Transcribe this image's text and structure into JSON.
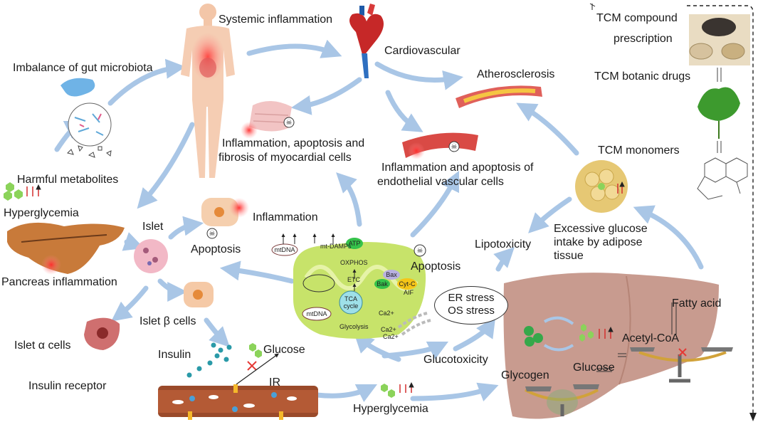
{
  "labels": {
    "systemic_inflammation": "Systemic inflammation",
    "cardiovascular": "Cardiovascular",
    "imbalance_gut": "Imbalance of gut microbiota",
    "atherosclerosis": "Atherosclerosis",
    "tcm_compound_1": "TCM compound",
    "tcm_compound_2": "prescription",
    "tcm_botanic": "TCM botanic drugs",
    "tcm_monomers": "TCM monomers",
    "myocardial_1": "Inflammation, apoptosis and",
    "myocardial_2": "fibrosis of myocardial cells",
    "endothelial_1": "Inflammation and apoptosis of",
    "endothelial_2": "endothelial vascular cells",
    "harmful_metabolites": "Harmful metabolites",
    "hyperglycemia_left": "Hyperglycemia",
    "islet": "Islet",
    "inflammation": "Inflammation",
    "apoptosis_islet": "Apoptosis",
    "pancreas_inflammation": "Pancreas inflammation",
    "islet_beta": "Islet β cells",
    "islet_alpha": "Islet α cells",
    "insulin": "Insulin",
    "glucose_top": "Glucose",
    "ir": "IR",
    "insulin_receptor": "Insulin receptor",
    "hyperglycemia_bottom": "Hyperglycemia",
    "glucotoxicity": "Glucotoxicity",
    "lipotoxicity": "Lipotoxicity",
    "excessive_1": "Excessive glucose",
    "excessive_2": "intake by adipose",
    "excessive_3": "tissue",
    "apoptosis_mito": "Apoptosis",
    "er_stress": "ER stress",
    "os_stress": "OS stress",
    "fatty_acid": "Fatty acid",
    "acetyl_coa": "Acetyl-CoA",
    "glycogen": "Glycogen",
    "glucose_liver": "Glucose"
  },
  "mito": {
    "atp": "ATP",
    "mt_damps": "mt-DAMPs",
    "mtdna_a": "mtDNA",
    "mtdna_b": "mtDNA",
    "oxphos": "OXPHOS",
    "etc": "ETC",
    "tca_1": "TCA",
    "tca_2": "cycle",
    "glycolysis": "Glycolysis",
    "bax": "Bax",
    "bak": "Bak",
    "cytc": "Cyt-C",
    "aif": "AIF",
    "ca1": "Ca2+",
    "ca2": "Ca2+",
    "ca3": "Ca2+"
  },
  "colors": {
    "arrow": "#a9c6e6",
    "mito": "#c7e36a",
    "liver": "#c89b8f",
    "inflammation_glow": "#ff3b3b"
  }
}
